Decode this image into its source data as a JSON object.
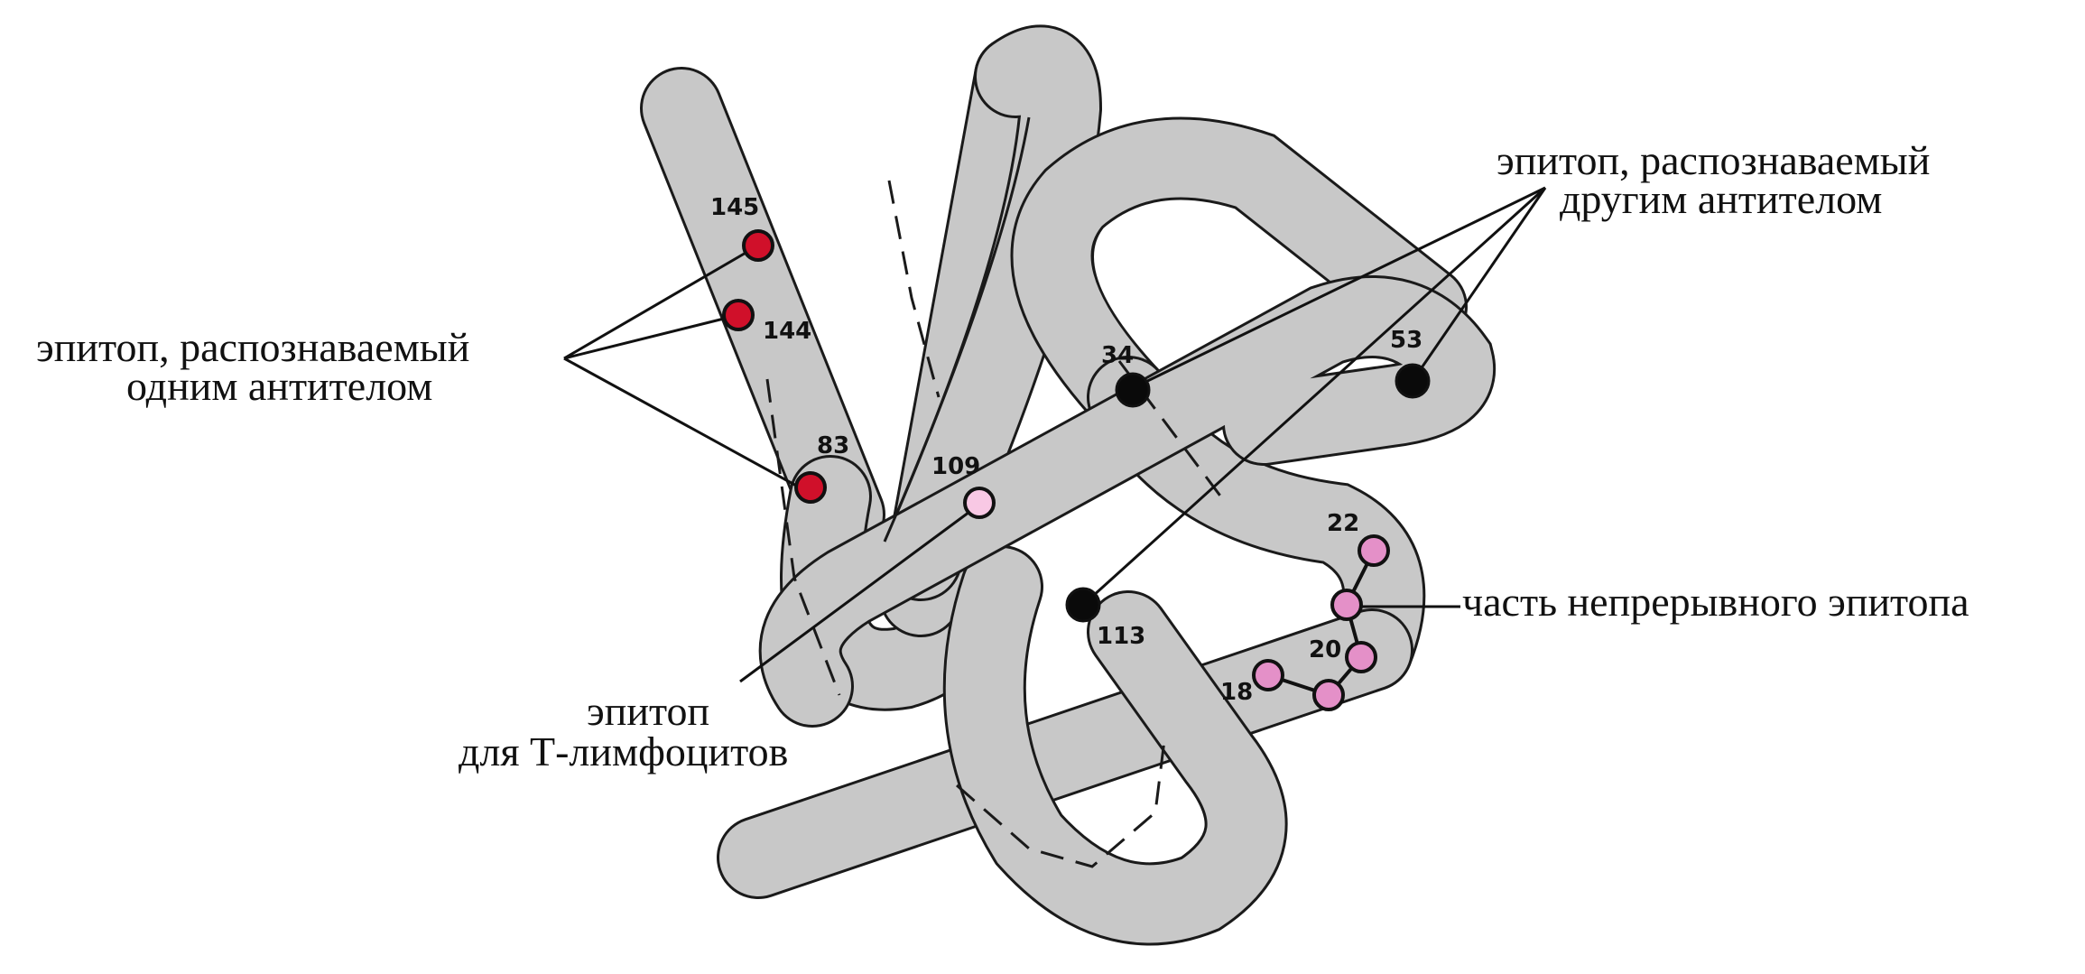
{
  "labels": {
    "single_antibody": {
      "line1": "эпитоп, распознаваемый",
      "line2": "одним антителом"
    },
    "other_antibody": {
      "line1": "эпитоп, распознаваемый",
      "line2": "другим антителом"
    },
    "continuous": {
      "line1": "часть непрерывного эпитопа"
    },
    "t_lymphocytes": {
      "line1": "эпитоп",
      "line2": "для Т-лимфоцитов"
    }
  },
  "residues": {
    "r145": "145",
    "r144": "144",
    "r83": "83",
    "r109": "109",
    "r34": "34",
    "r53": "53",
    "r113": "113",
    "r22": "22",
    "r20": "20",
    "r18": "18"
  },
  "colors": {
    "chain_fill": "#c8c8c8",
    "chain_outline": "#1a1a1a",
    "epitope_single": "#d0102a",
    "epitope_other": "#0a0a0a",
    "epitope_t_cell": "#f8c8e4",
    "epitope_continuous": "#e490c8"
  }
}
